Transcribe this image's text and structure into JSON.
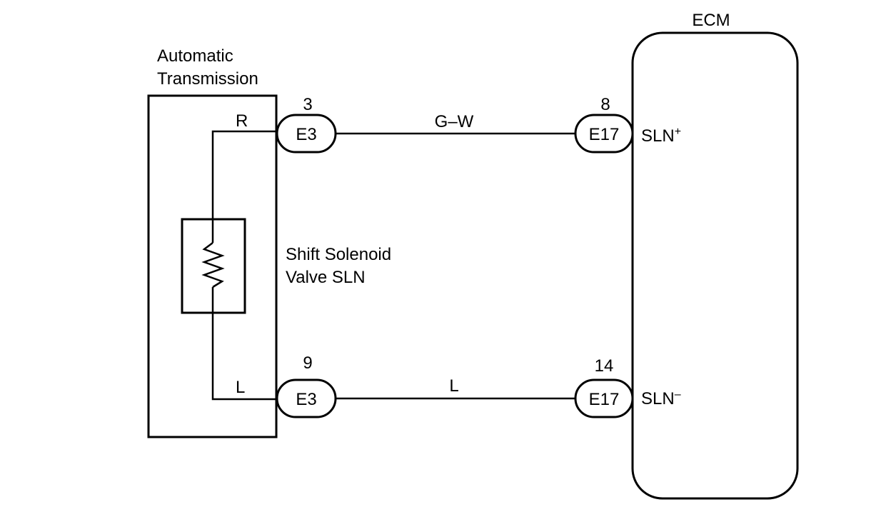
{
  "at_module": {
    "title_line1": "Automatic",
    "title_line2": "Transmission"
  },
  "ecm": {
    "title": "ECM"
  },
  "solenoid": {
    "label_line1": "Shift Solenoid",
    "label_line2": "Valve SLN"
  },
  "circuit_top": {
    "at_wire_color": "R",
    "at_connector": "E3",
    "at_pin": "3",
    "harness_color": "G–W",
    "ecm_connector": "E17",
    "ecm_pin": "8",
    "ecm_terminal": "SLN",
    "ecm_terminal_sign": "+"
  },
  "circuit_bottom": {
    "at_wire_color": "L",
    "at_connector": "E3",
    "at_pin": "9",
    "harness_color": "L",
    "ecm_connector": "E17",
    "ecm_pin": "14",
    "ecm_terminal": "SLN",
    "ecm_terminal_sign": "–"
  }
}
